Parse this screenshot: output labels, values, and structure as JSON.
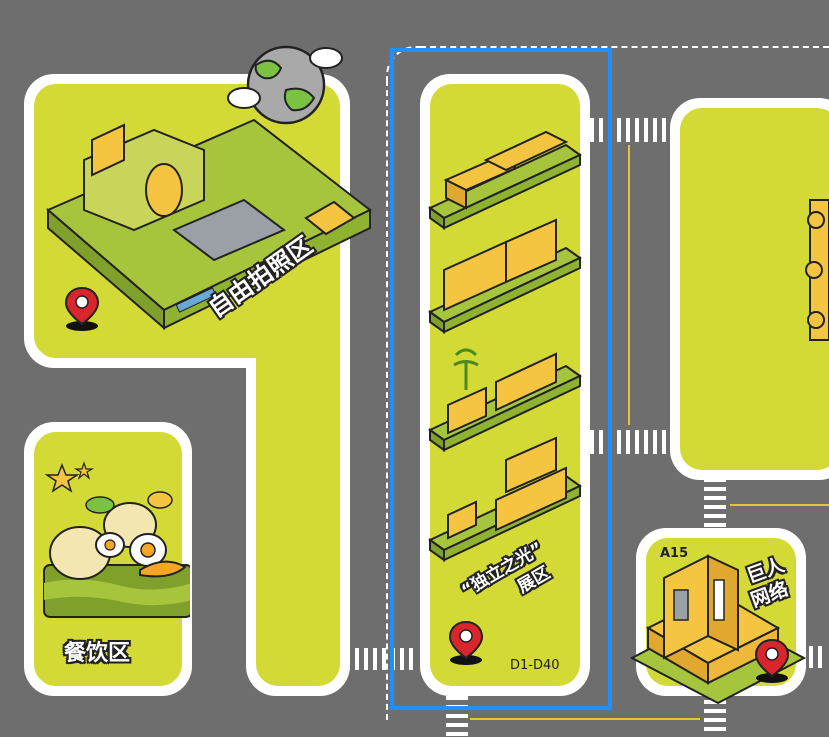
{
  "zones": {
    "photo_zone": {
      "label": "自由拍照区"
    },
    "food_zone": {
      "label": "餐饮区"
    },
    "exhibit_zone": {
      "label_line1": "“独立之光”",
      "label_line2": "展区",
      "booth_range": "D1-D40"
    },
    "network_zone": {
      "code": "A15",
      "label_line1": "巨人",
      "label_line2": "网络"
    }
  },
  "colors": {
    "road": "#6e6e6e",
    "block": "#d3da35",
    "block_border": "#ffffff",
    "highlight": "#1e90ff",
    "pin": "#d9262c",
    "building": "#f5c542"
  },
  "icons": [
    "location-pin-icon",
    "globe-icon",
    "star-icon"
  ]
}
